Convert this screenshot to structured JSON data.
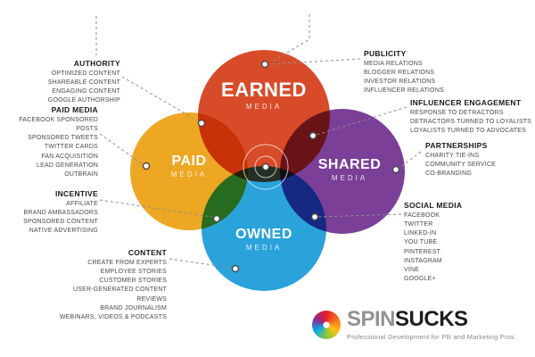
{
  "colors": {
    "earned": "#d84b28",
    "paid": "#eda723",
    "shared": "#7b3f98",
    "owned": "#2aa3db"
  },
  "venn": {
    "earned": {
      "label": "EARNED",
      "sublabel": "MEDIA"
    },
    "paid": {
      "label": "PAID",
      "sublabel": "MEDIA"
    },
    "shared": {
      "label": "SHARED",
      "sublabel": "MEDIA"
    },
    "owned": {
      "label": "OWNED",
      "sublabel": "MEDIA"
    }
  },
  "annotations": {
    "authority": {
      "title": "AUTHORITY",
      "items": [
        "OPTIMIZED CONTENT",
        "SHAREABLE CONTENT",
        "ENGAGING CONTENT",
        "GOOGLE AUTHORSHIP"
      ]
    },
    "paid_media": {
      "title": "PAID MEDIA",
      "items": [
        "FACEBOOK SPONSORED POSTS",
        "SPONSORED TWEETS",
        "TWITTER CARDS",
        "FAN ACQUISITION",
        "LEAD GENERATION",
        "OUTBRAIN"
      ]
    },
    "incentive": {
      "title": "INCENTIVE",
      "items": [
        "AFFILIATE",
        "BRAND AMBASSADORS",
        "SPONSORED CONTENT",
        "NATIVE ADVERTISING"
      ]
    },
    "content": {
      "title": "CONTENT",
      "items": [
        "CREATE FROM EXPERTS",
        "EMPLOYEE STORIES",
        "CUSTOMER STORIES",
        "USER-GENERATED CONTENT",
        "REVIEWS",
        "BRAND JOURNALISM",
        "WEBINARS, VIDEOS & PODCASTS"
      ]
    },
    "publicity": {
      "title": "PUBLICITY",
      "items": [
        "MEDIA RELATIONS",
        "BLOGGER RELATIONS",
        "INVESTOR RELATIONS",
        "INFLUENCER RELATIONS"
      ]
    },
    "influencer_engagement": {
      "title": "INFLUENCER ENGAGEMENT",
      "items": [
        "RESPONSE TO DETRACTORS",
        "DETRACTORS TURNED TO LOYALISTS",
        "LOYALISTS TURNED TO ADVOCATES"
      ]
    },
    "partnerships": {
      "title": "PARTNERSHIPS",
      "items": [
        "CHARITY TIE-INS",
        "COMMUNITY SERVICE",
        "CO-BRANDING"
      ]
    },
    "social_media": {
      "title": "SOCIAL MEDIA",
      "items": [
        "FACEBOOK",
        "TWITTER",
        "LINKED-IN",
        "YOU TUBE",
        "PINTEREST",
        "INSTAGRAM",
        "VINE",
        "GOOGLE+"
      ]
    }
  },
  "logo": {
    "spin": "SPIN",
    "sucks": "SUCKS",
    "tagline": "Professional Development for PR and Marketing Pros"
  }
}
